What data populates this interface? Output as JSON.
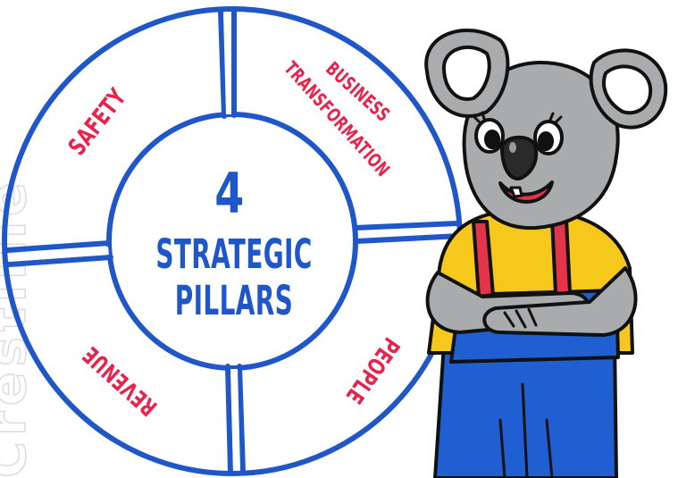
{
  "watermark": "Crestline",
  "diagram": {
    "center": {
      "number": "4",
      "line1": "STRATEGIC",
      "line2": "PILLARS"
    },
    "segments": {
      "top_left": "SAFETY",
      "top_right_line1": "BUSINESS",
      "top_right_line2": "TRANSFORMATION",
      "bottom_right": "PEOPLE",
      "bottom_left": "REVENUE"
    }
  },
  "colors": {
    "ring_stroke": "#1f57c9",
    "center_text": "#1f57c9",
    "segment_text": "#e8224a",
    "koala_fur": "#a9abad",
    "koala_shirt": "#f7c81c",
    "koala_overalls": "#1f5fd1",
    "koala_straps": "#e3344a"
  },
  "illustration": {
    "character": "koala-mascot"
  }
}
